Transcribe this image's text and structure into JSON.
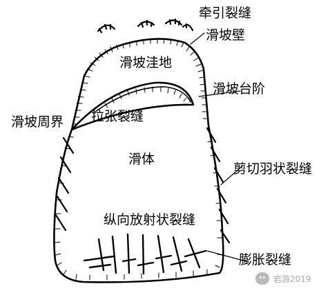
{
  "labels": {
    "traction_cracks": "牵引裂缝",
    "slide_wall": "滑坡壁",
    "slide_depression": "滑坡洼地",
    "slide_terrace": "滑坡台阶",
    "slide_perimeter": "滑坡周界",
    "tension_cracks": "拉张裂缝",
    "slide_body": "滑体",
    "shear_feather_cracks": "剪切羽状裂缝",
    "longitudinal_radial_cracks": "纵向放射状裂缝",
    "bulge_cracks": "膨胀裂缝"
  },
  "watermark": {
    "icon": "wechat-icon",
    "text": "岩游2019"
  }
}
